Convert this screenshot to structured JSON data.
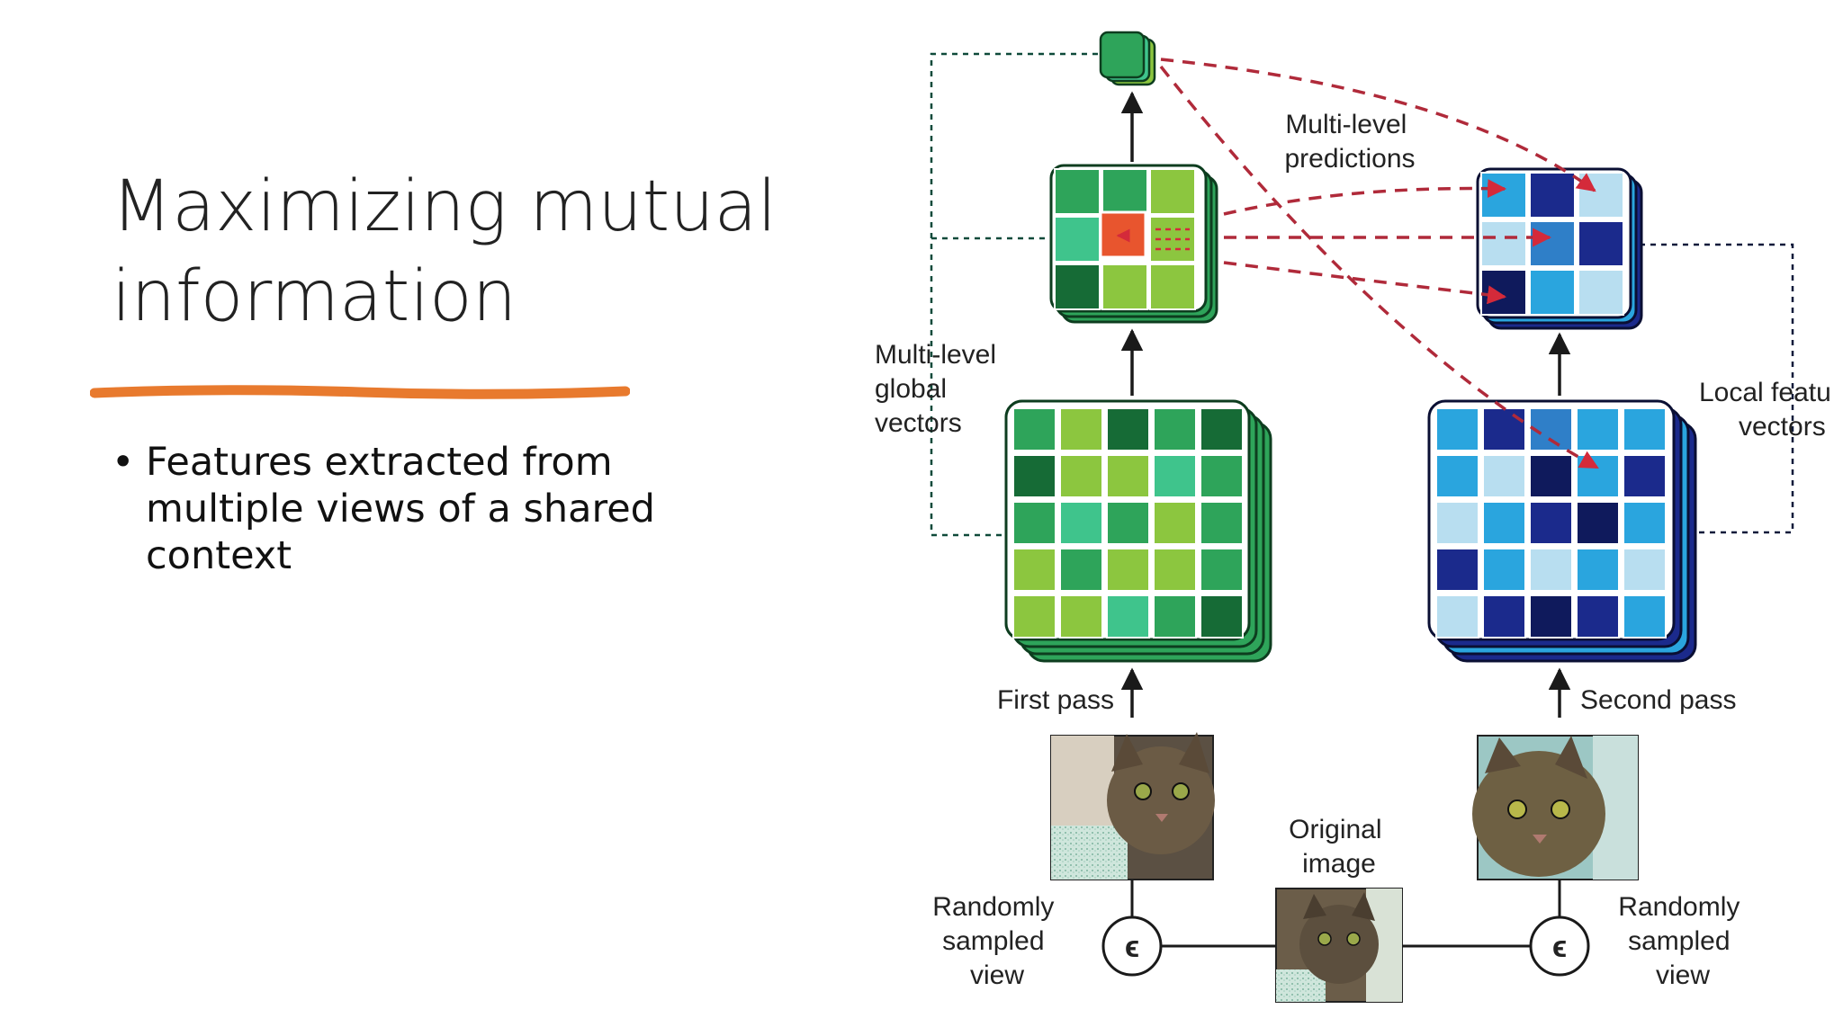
{
  "slide": {
    "title_lines": [
      "Maximizing mutual",
      "information"
    ],
    "bullets": [
      "Features extracted from multiple views of a shared context"
    ]
  },
  "diagram": {
    "labels": {
      "multi_level_predictions": [
        "Multi-level",
        "predictions"
      ],
      "multi_level_global_vectors": [
        "Multi-level",
        "global",
        "vectors"
      ],
      "local_feature_vectors": [
        "Local featu",
        "vectors"
      ],
      "first_pass": "First pass",
      "second_pass": "Second pass",
      "original_image": [
        "Original",
        "image"
      ],
      "randomly_sampled_view_left": [
        "Randomly",
        "sampled",
        "view"
      ],
      "randomly_sampled_view_right": [
        "Randomly",
        "sampled",
        "view"
      ],
      "epsilon": "ϵ"
    },
    "colors": {
      "accent_orange": "#e87a2e",
      "green_palette": [
        "#2ea45a",
        "#8cc63f",
        "#166b36",
        "#3fc48c",
        "#5cc55c"
      ],
      "blue_palette": [
        "#2aa5de",
        "#1b2a8c",
        "#b8def0",
        "#2f7fc8",
        "#0f1a5c"
      ],
      "highlight_cell": "#e8552e",
      "prediction_arrow": "#b02a3a"
    },
    "green_big_grid": [
      [
        0,
        1,
        2,
        0,
        2
      ],
      [
        2,
        1,
        1,
        3,
        0
      ],
      [
        0,
        3,
        0,
        1,
        0
      ],
      [
        1,
        0,
        1,
        1,
        0
      ],
      [
        1,
        1,
        3,
        0,
        2
      ]
    ],
    "blue_big_grid": [
      [
        0,
        1,
        3,
        0,
        0
      ],
      [
        0,
        2,
        4,
        0,
        1
      ],
      [
        2,
        0,
        1,
        4,
        0
      ],
      [
        1,
        0,
        2,
        0,
        2
      ],
      [
        2,
        1,
        4,
        1,
        0
      ]
    ],
    "green_small_grid": [
      [
        0,
        0,
        1
      ],
      [
        3,
        4,
        1
      ],
      [
        2,
        1,
        1
      ]
    ],
    "blue_small_grid": [
      [
        0,
        1,
        2
      ],
      [
        2,
        3,
        1
      ],
      [
        4,
        0,
        2
      ]
    ]
  }
}
